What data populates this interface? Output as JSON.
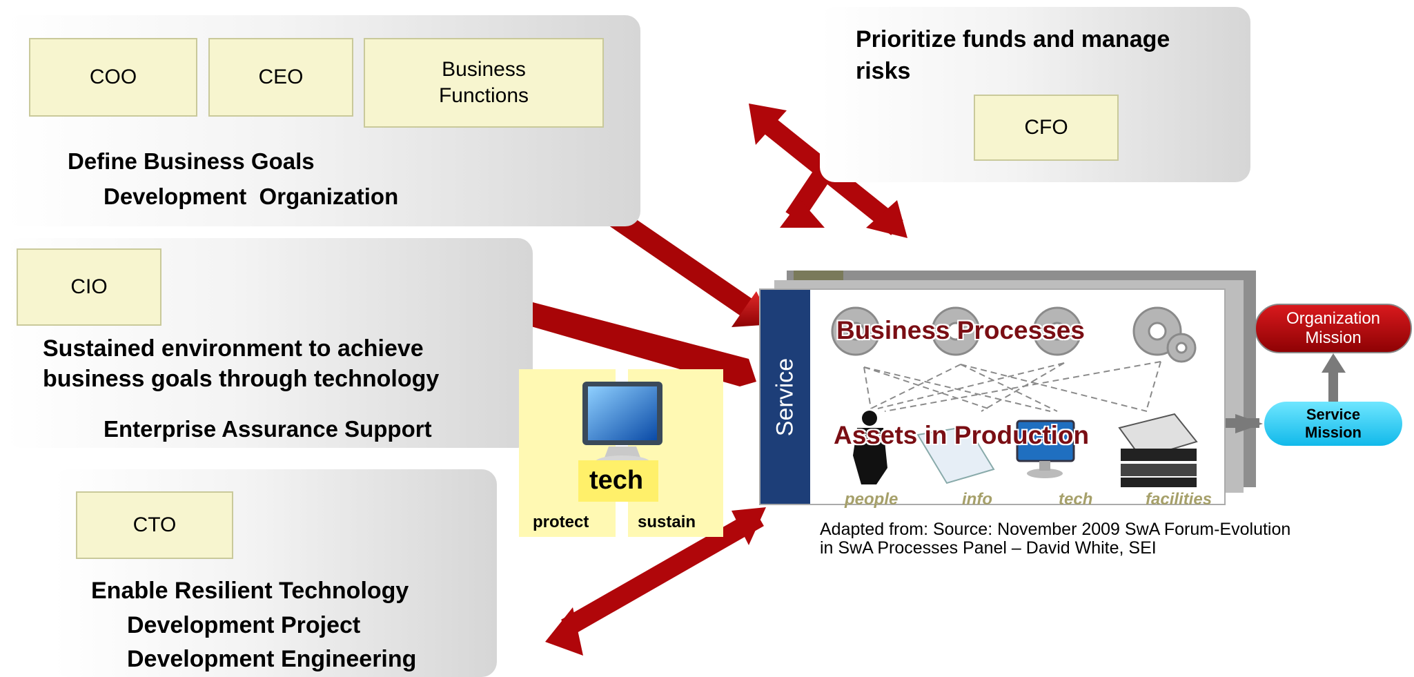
{
  "top_left": {
    "roles": [
      "COO",
      "CEO",
      "Business Functions"
    ],
    "goal": "Define Business Goals",
    "org": "Development  Organization"
  },
  "top_right": {
    "heading_line1": "Prioritize funds and manage",
    "heading_line2": "risks",
    "role": "CFO"
  },
  "middle_left": {
    "role": "CIO",
    "line1": "Sustained environment to achieve",
    "line2": "business goals through technology",
    "support": "Enterprise Assurance Support"
  },
  "bottom_left": {
    "role": "CTO",
    "line1": "Enable Resilient Technology",
    "line2": "Development Project",
    "line3": "Development Engineering"
  },
  "tech_card": {
    "title": "tech",
    "left": "protect",
    "right": "sustain"
  },
  "service_diagram": {
    "side_label": "Service",
    "processes_label": "Business Processes",
    "assets_label": "Assets in Production",
    "asset_categories": [
      "people",
      "info",
      "tech",
      "facilities"
    ]
  },
  "missions": {
    "organization": "Organization Mission",
    "service": "Service Mission"
  },
  "citation": {
    "line1": "Adapted from: Source: November 2009 SwA Forum-Evolution",
    "line2": "in SwA Processes Panel – David White, SEI"
  },
  "colors": {
    "arrow_red": "#b8070a",
    "service_bar": "#1d3e78",
    "process_text": "#7a0e14",
    "mission_red": "#c1070a",
    "mission_cyan": "#21c9f2",
    "box_fill": "#f7f5cf"
  }
}
